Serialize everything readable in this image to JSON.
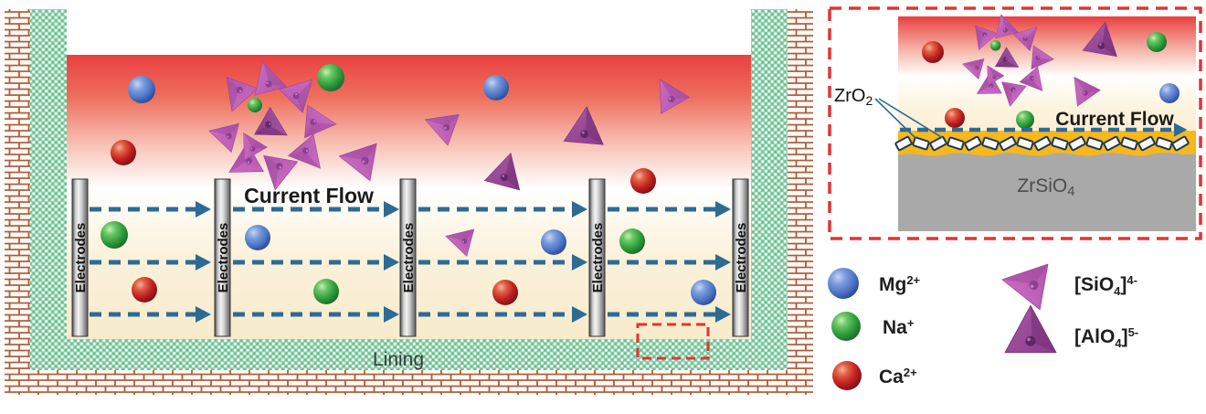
{
  "figure": {
    "main": {
      "electrode_label": "Electrodes",
      "current_flow_label": "Current Flow",
      "lining_label": "Lining"
    },
    "inset": {
      "zro2_label": {
        "base": "ZrO",
        "sub": "2"
      },
      "zrsio4_label": {
        "base": "ZrSiO",
        "sub": "4"
      },
      "current_flow_label": "Current Flow"
    },
    "legend": {
      "items": [
        {
          "icon": "blue-sphere",
          "base": "Mg",
          "sup": "2+"
        },
        {
          "icon": "green-sphere",
          "base": "Na",
          "sup": "+"
        },
        {
          "icon": "red-sphere",
          "base": "Ca",
          "sup": "2+"
        },
        {
          "icon": "light-purple-tetrahedron",
          "pre": "[SiO",
          "sub": "4",
          "post": "]",
          "sup": "4-"
        },
        {
          "icon": "dark-purple-tetrahedron",
          "pre": "[AlO",
          "sub": "4",
          "post": "]",
          "sup": "5-"
        }
      ]
    },
    "colors": {
      "melt_hot_red": "#e94040",
      "melt_cream": "#f7ebcc",
      "arrow_blue": "#2d6b94",
      "lining_green": "#8bd1a9",
      "brick_mortar": "#ad5b3c",
      "highlight_dashed_red": "#e43333",
      "zro2_band_yellow": "#f6b81c",
      "zrsio4_gray": "#a9a9a9",
      "mg_blue": "#4a74c4",
      "na_green": "#2f9e3b",
      "ca_red": "#c02020",
      "sio4_light_purple": "#c566ba",
      "alo4_dark_purple": "#9a4a9a"
    }
  }
}
